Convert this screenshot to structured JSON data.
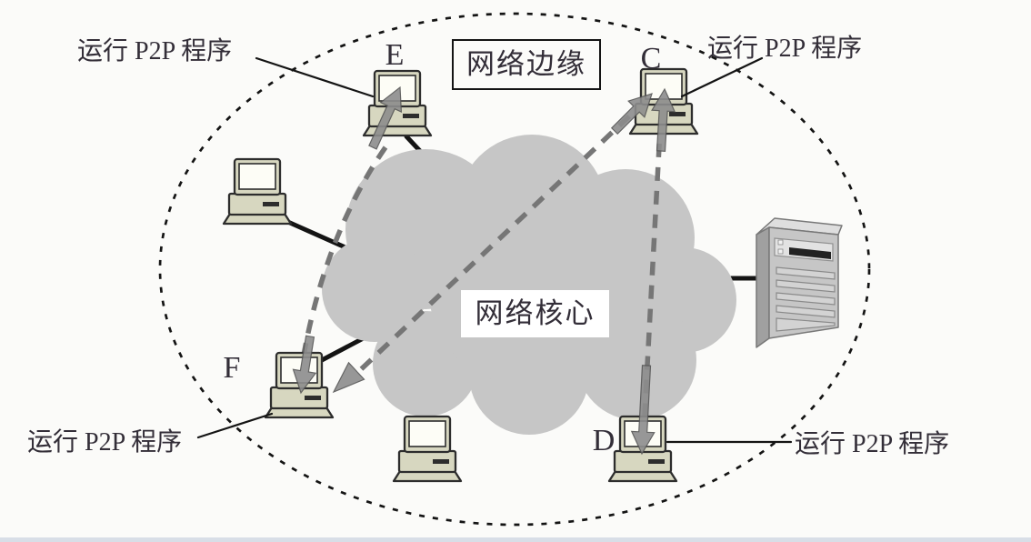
{
  "labels": {
    "network_edge": "网络边缘",
    "network_core": "网络核心",
    "p2p_program": "运行 P2P 程序"
  },
  "nodes": {
    "e": {
      "label": "E",
      "icon": "desktop-computer-icon",
      "runs_p2p": true
    },
    "c": {
      "label": "C",
      "icon": "desktop-computer-icon",
      "runs_p2p": true
    },
    "f": {
      "label": "F",
      "icon": "desktop-computer-icon",
      "runs_p2p": true
    },
    "d": {
      "label": "D",
      "icon": "desktop-computer-icon",
      "runs_p2p": true
    },
    "host_top_left": {
      "icon": "desktop-computer-icon",
      "runs_p2p": false
    },
    "host_bottom_center": {
      "icon": "desktop-computer-icon",
      "runs_p2p": false
    },
    "server": {
      "icon": "server-icon",
      "runs_p2p": false
    }
  },
  "connections": {
    "p2p_transfers": [
      {
        "between": [
          "E",
          "F"
        ],
        "style": "dashed-arrow",
        "direction": "bidirectional"
      },
      {
        "between": [
          "C",
          "F"
        ],
        "style": "dashed-arrow",
        "direction": "bidirectional"
      },
      {
        "between": [
          "C",
          "D"
        ],
        "style": "dashed-arrow",
        "direction": "bidirectional"
      }
    ],
    "access_links": [
      "E",
      "C",
      "F",
      "D",
      "host_top_left",
      "host_bottom_center",
      "server"
    ],
    "boundary": "dotted-ellipse-network-edge"
  },
  "colors": {
    "bg": "#fbfbf9",
    "cloud": "#c6c6c6",
    "pc-body": "#d7d7c0",
    "pc-screen": "#fdfdf6",
    "outline": "#2d2d2d",
    "arrow": "#8d8d8d",
    "arrow-edge": "#555555",
    "dash": "#767676",
    "line": "#141414",
    "text": "#332e38",
    "server-front": "#c6c6c6",
    "server-side": "#a0a0a0",
    "server-top": "#dedede",
    "bottom-strip": "#ccd4e0"
  }
}
